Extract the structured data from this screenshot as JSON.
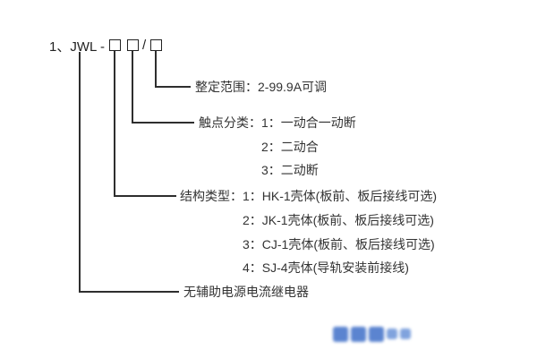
{
  "model": {
    "prefix": "1、JWL -",
    "slash": "/"
  },
  "setting": {
    "label": "整定范围：2-99.9A可调"
  },
  "contact": {
    "label": "触点分类：1：一动合一动断",
    "option2": "2：二动合",
    "option3": "3：二动断"
  },
  "structure": {
    "label": "结构类型：1：HK-1壳体(板前、板后接线可选)",
    "option2": "2：JK-1壳体(板前、板后接线可选)",
    "option3": "3：CJ-1壳体(板前、板后接线可选)",
    "option4": "4：SJ-4壳体(导轨安装前接线)"
  },
  "relay": {
    "label": "无辅助电源电流继电器"
  }
}
